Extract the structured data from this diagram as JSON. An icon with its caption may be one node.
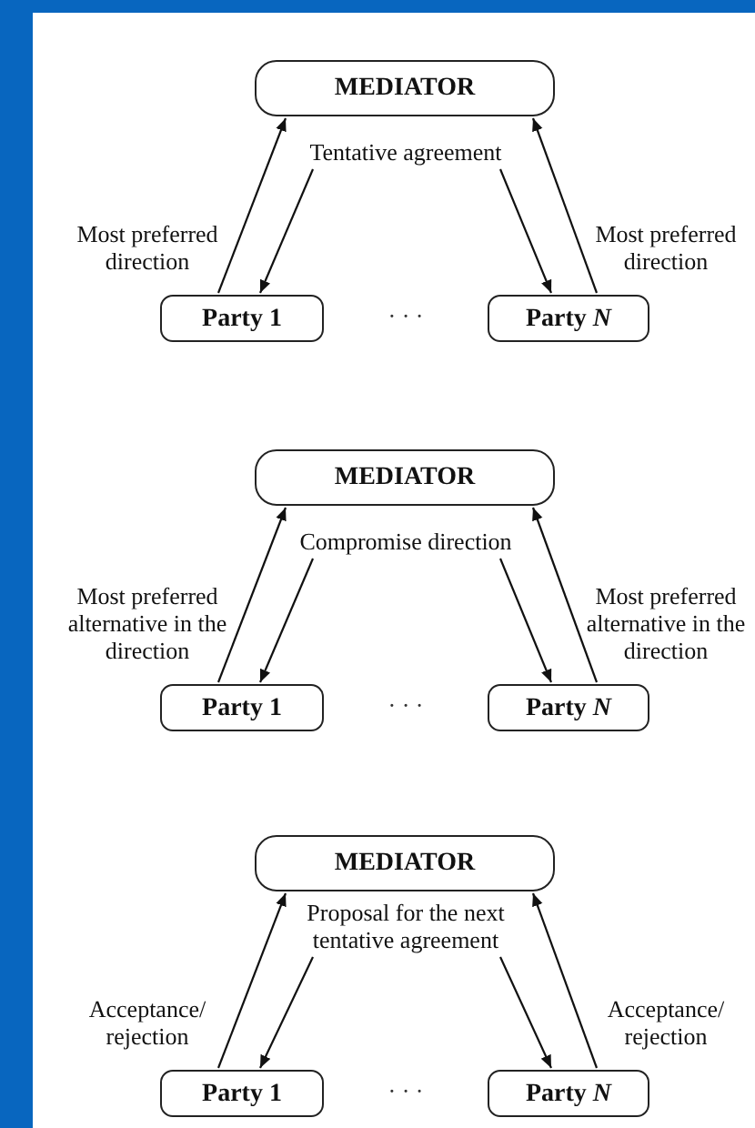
{
  "diagram": {
    "nodes": [
      {
        "text": [
          "MEDIATOR"
        ]
      },
      {
        "text": [
          "Tentative agreement"
        ]
      },
      {
        "text": [
          "Party 1"
        ]
      },
      {
        "text": [
          "Party *N*"
        ]
      },
      {
        "text": [
          "MEDIATOR"
        ]
      },
      {
        "text": [
          "Compromise direction"
        ]
      },
      {
        "text": [
          "Party 1"
        ]
      },
      {
        "text": [
          "Party *N*"
        ]
      },
      {
        "text": [
          "MEDIATOR"
        ]
      },
      {
        "text": [
          "Proposal for the next tentative agreement"
        ]
      },
      {
        "text": [
          "Party 1"
        ]
      },
      {
        "text": [
          "Party *N*"
        ]
      }
    ],
    "edges": [
      {
        "from": 2,
        "to": 0,
        "arrow": "to",
        "label": "Most preferred direction"
      },
      {
        "from": 1,
        "to": 2,
        "arrow": "to"
      },
      {
        "from": 1,
        "to": 3,
        "arrow": "to"
      },
      {
        "from": 3,
        "to": 0,
        "arrow": "to",
        "label": "Most preferred direction"
      },
      {
        "from": 6,
        "to": 4,
        "arrow": "to",
        "label": "Most preferred alternative in the direction"
      },
      {
        "from": 5,
        "to": 6,
        "arrow": "to"
      },
      {
        "from": 5,
        "to": 7,
        "arrow": "to"
      },
      {
        "from": 7,
        "to": 4,
        "arrow": "to",
        "label": "Most preferred alternative in the direction"
      },
      {
        "from": 10,
        "to": 8,
        "arrow": "to",
        "label": "Acceptance/ rejection"
      },
      {
        "from": 9,
        "to": 10,
        "arrow": "to"
      },
      {
        "from": 9,
        "to": 11,
        "arrow": "to"
      },
      {
        "from": 11,
        "to": 8,
        "arrow": "to",
        "label": "Acceptance/ rejection"
      }
    ],
    "labels": [
      "· · ·",
      "· · ·",
      "· · ·"
    ]
  }
}
